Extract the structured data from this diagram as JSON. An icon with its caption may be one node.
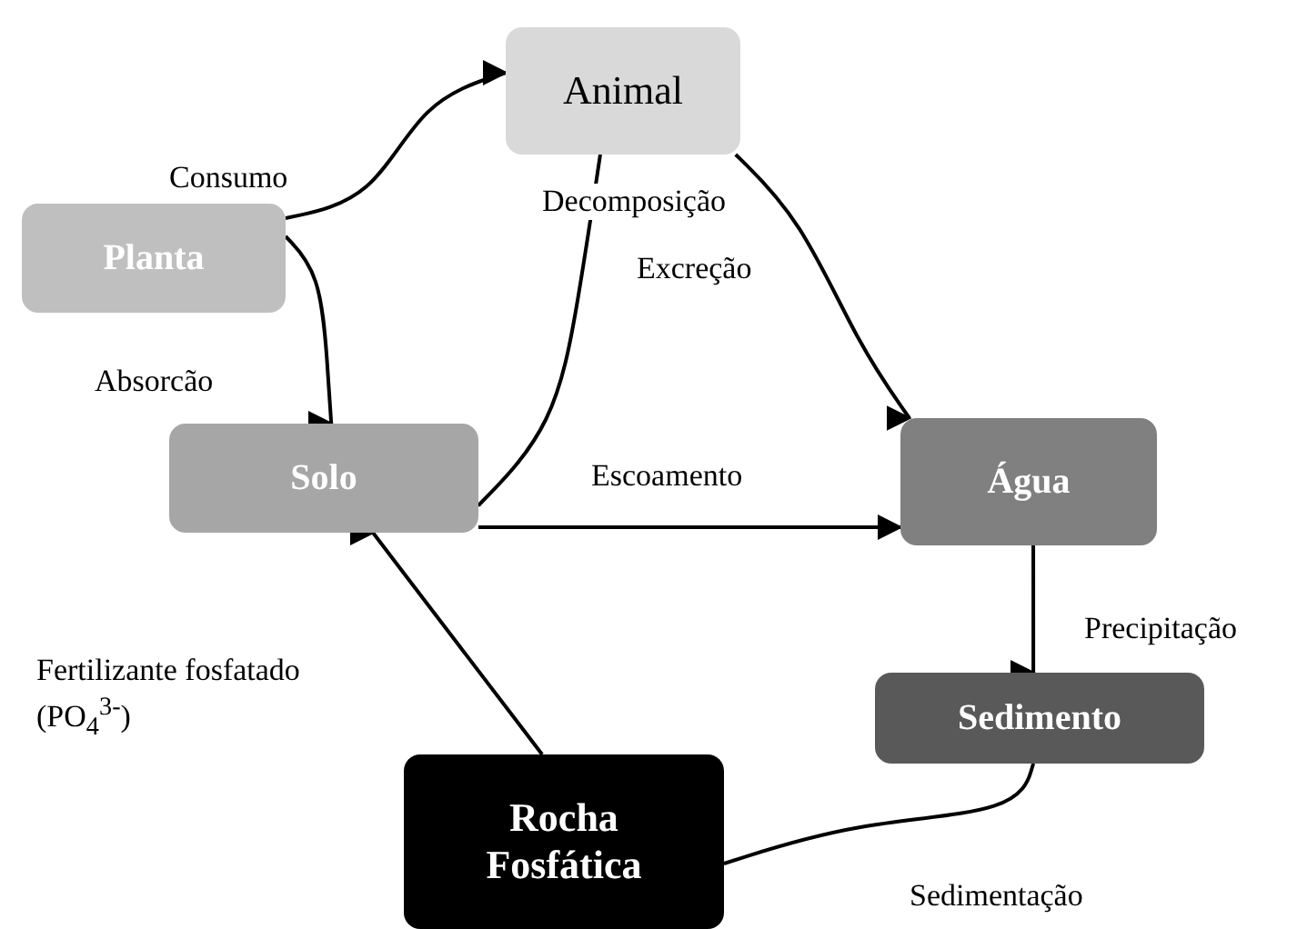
{
  "diagram": {
    "nodes": [
      {
        "text": [
          "Animal"
        ]
      },
      {
        "text": [
          "Planta"
        ]
      },
      {
        "text": [
          "Solo"
        ]
      },
      {
        "text": [
          "Água"
        ]
      },
      {
        "text": [
          "Sedimento"
        ]
      },
      {
        "text": [
          "Rocha Fosfática"
        ]
      }
    ],
    "edges": [
      {
        "from": 1,
        "to": 0,
        "arrow": "to",
        "label": "Consumo"
      },
      {
        "from": 1,
        "to": 2,
        "arrow": "to",
        "label": "Absorcão"
      },
      {
        "from": 0,
        "to": 2,
        "arrow": "to",
        "label": "Decomposição"
      },
      {
        "from": 0,
        "to": 3,
        "arrow": "to",
        "label": "Excreção"
      },
      {
        "from": 2,
        "to": 3,
        "arrow": "to",
        "label": "Escoamento"
      },
      {
        "from": 3,
        "to": 4,
        "arrow": "to",
        "label": "Precipitação"
      },
      {
        "from": 4,
        "to": 5,
        "arrow": "to",
        "label": "Sedimentação"
      },
      {
        "from": 5,
        "to": 2,
        "arrow": "to",
        "label": "Fertilizante fosfatado (PO$_{4}$$^{3-}$)"
      }
    ]
  }
}
